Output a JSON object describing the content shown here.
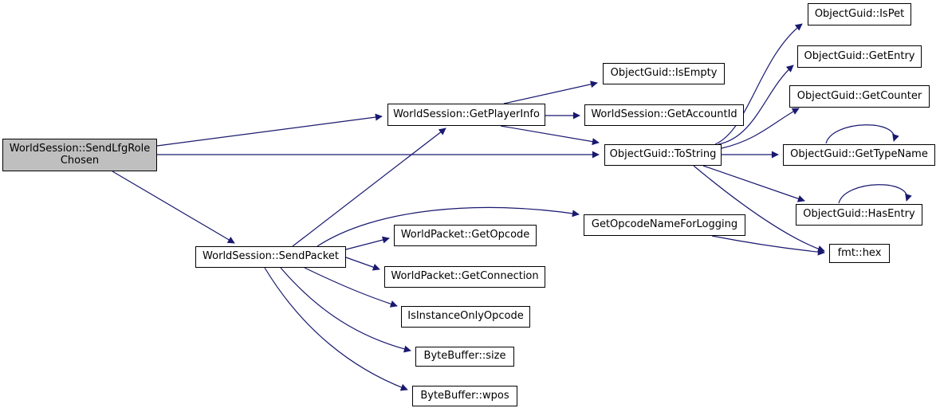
{
  "diagram": {
    "type": "call-graph",
    "background_color": "#ffffff",
    "edge_color": "#191970",
    "node_fill_color": "#ffffff",
    "node_border_color": "#000000",
    "root_node_fill_color": "#bfbfbf"
  },
  "nodes": [
    {
      "id": "n0",
      "label": "WorldSession::SendLfgRole\nChosen",
      "root": true
    },
    {
      "id": "n1",
      "label": "WorldSession::GetPlayerInfo"
    },
    {
      "id": "n2",
      "label": "WorldSession::SendPacket"
    },
    {
      "id": "n3",
      "label": "ObjectGuid::IsEmpty"
    },
    {
      "id": "n4",
      "label": "WorldSession::GetAccountId"
    },
    {
      "id": "n5",
      "label": "ObjectGuid::ToString"
    },
    {
      "id": "n6",
      "label": "GetOpcodeNameForLogging"
    },
    {
      "id": "n7",
      "label": "WorldPacket::GetOpcode"
    },
    {
      "id": "n8",
      "label": "WorldPacket::GetConnection"
    },
    {
      "id": "n9",
      "label": "IsInstanceOnlyOpcode"
    },
    {
      "id": "n10",
      "label": "ByteBuffer::size"
    },
    {
      "id": "n11",
      "label": "ByteBuffer::wpos"
    },
    {
      "id": "n12",
      "label": "ObjectGuid::IsPet"
    },
    {
      "id": "n13",
      "label": "ObjectGuid::GetEntry"
    },
    {
      "id": "n14",
      "label": "ObjectGuid::GetCounter"
    },
    {
      "id": "n15",
      "label": "ObjectGuid::GetTypeName"
    },
    {
      "id": "n16",
      "label": "ObjectGuid::HasEntry"
    },
    {
      "id": "n17",
      "label": "fmt::hex"
    }
  ],
  "edges": [
    {
      "from": "WorldSession::SendLfgRoleChosen",
      "to": "WorldSession::GetPlayerInfo"
    },
    {
      "from": "WorldSession::SendLfgRoleChosen",
      "to": "ObjectGuid::ToString"
    },
    {
      "from": "WorldSession::SendLfgRoleChosen",
      "to": "WorldSession::SendPacket"
    },
    {
      "from": "WorldSession::GetPlayerInfo",
      "to": "ObjectGuid::IsEmpty"
    },
    {
      "from": "WorldSession::GetPlayerInfo",
      "to": "WorldSession::GetAccountId"
    },
    {
      "from": "WorldSession::GetPlayerInfo",
      "to": "ObjectGuid::ToString"
    },
    {
      "from": "ObjectGuid::ToString",
      "to": "ObjectGuid::IsPet"
    },
    {
      "from": "ObjectGuid::ToString",
      "to": "ObjectGuid::GetEntry"
    },
    {
      "from": "ObjectGuid::ToString",
      "to": "ObjectGuid::GetCounter"
    },
    {
      "from": "ObjectGuid::ToString",
      "to": "ObjectGuid::GetTypeName"
    },
    {
      "from": "ObjectGuid::ToString",
      "to": "ObjectGuid::HasEntry"
    },
    {
      "from": "ObjectGuid::ToString",
      "to": "fmt::hex"
    },
    {
      "from": "ObjectGuid::GetTypeName",
      "to": "ObjectGuid::GetTypeName"
    },
    {
      "from": "ObjectGuid::HasEntry",
      "to": "ObjectGuid::HasEntry"
    },
    {
      "from": "WorldSession::SendPacket",
      "to": "WorldSession::GetPlayerInfo"
    },
    {
      "from": "WorldSession::SendPacket",
      "to": "GetOpcodeNameForLogging"
    },
    {
      "from": "WorldSession::SendPacket",
      "to": "WorldPacket::GetOpcode"
    },
    {
      "from": "WorldSession::SendPacket",
      "to": "WorldPacket::GetConnection"
    },
    {
      "from": "WorldSession::SendPacket",
      "to": "IsInstanceOnlyOpcode"
    },
    {
      "from": "WorldSession::SendPacket",
      "to": "ByteBuffer::size"
    },
    {
      "from": "WorldSession::SendPacket",
      "to": "ByteBuffer::wpos"
    },
    {
      "from": "GetOpcodeNameForLogging",
      "to": "fmt::hex"
    }
  ]
}
